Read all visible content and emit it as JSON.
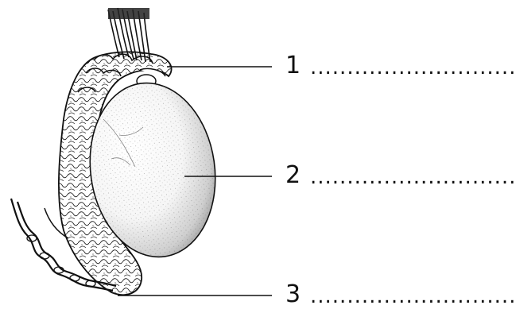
{
  "labels": [
    {
      "number": "1",
      "answer_blank": "............................"
    },
    {
      "number": "2",
      "answer_blank": "............................"
    },
    {
      "number": "3",
      "answer_blank": "............................"
    }
  ],
  "colors": {
    "ink": "#111111",
    "paper": "#ffffff"
  }
}
